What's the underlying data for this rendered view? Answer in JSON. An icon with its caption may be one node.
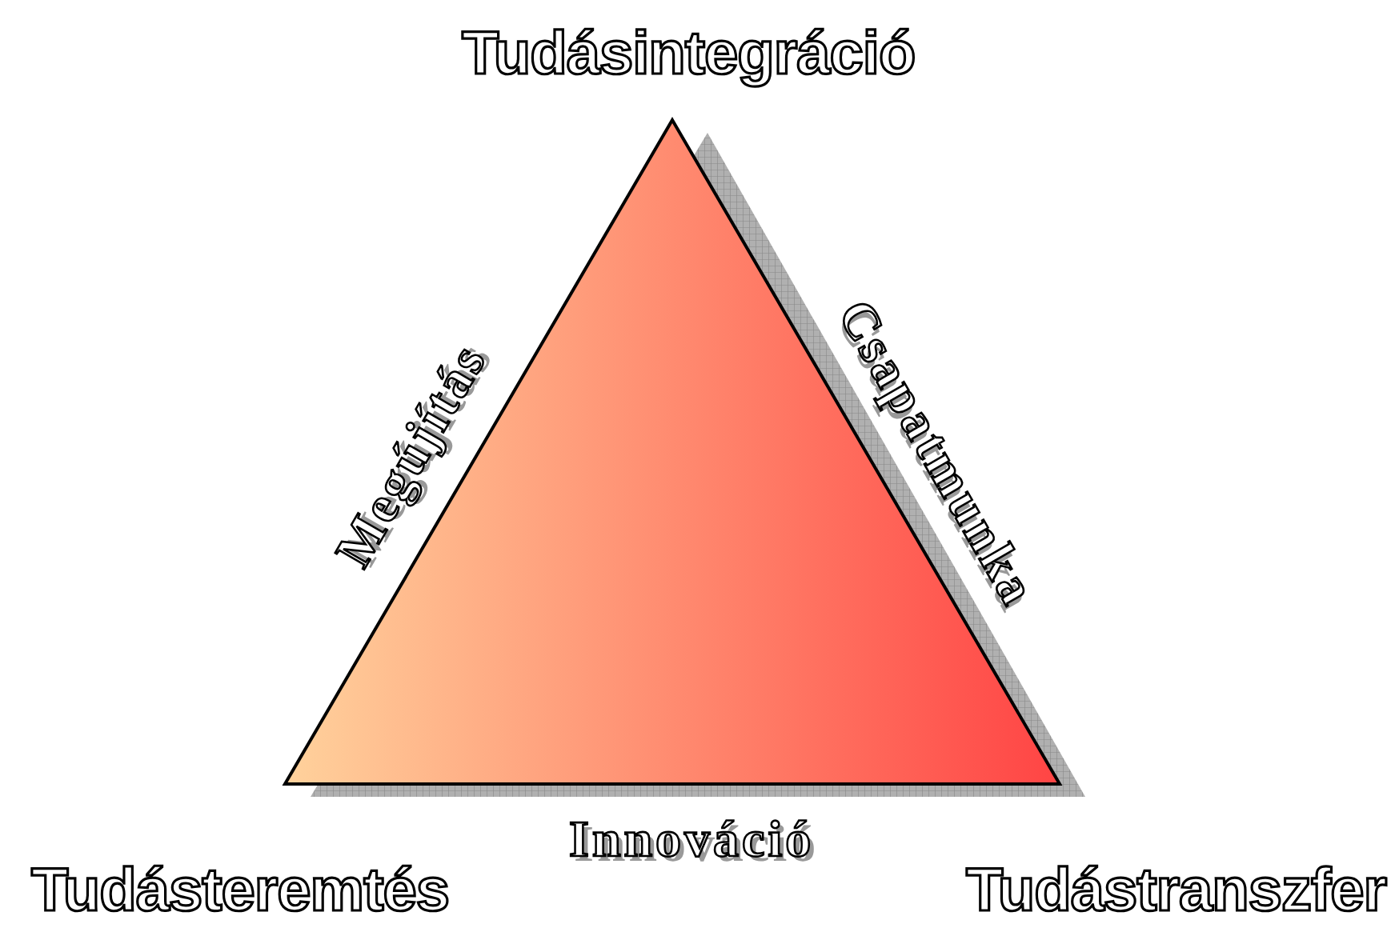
{
  "diagram": {
    "nodes": [
      {
        "text": [],
        "shape": "triangle"
      }
    ],
    "labels": [
      "Tudásintegráció",
      "Megújítás",
      "Csapatmunka",
      "Innováció",
      "Tudásteremtés",
      "Tudástranszfer"
    ]
  }
}
